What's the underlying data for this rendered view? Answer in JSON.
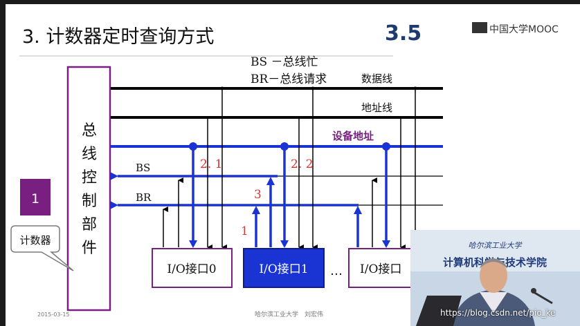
{
  "slide": {
    "title": "3. 计数器定时查询方式",
    "section_number": "3.5",
    "logo_text": "中国大学MOOC",
    "legend_bs": "BS －总线忙",
    "legend_br": "BR－总线请求",
    "bus_labels": {
      "data": "数据线",
      "address": "地址线",
      "device_address": "设备地址"
    },
    "signals": {
      "bs": "BS",
      "br": "BR"
    },
    "controller_label": "总线控制部件",
    "counter_value": "1",
    "counter_callout": "计数器",
    "steps": {
      "s1": "1",
      "s21": "2. 1",
      "s22": "2. 2",
      "s3": "3"
    },
    "devices": [
      "I/O接口0",
      "I/O接口1",
      "I/O接口"
    ],
    "ellipsis": "…",
    "footer_date": "2015-03-15",
    "footer_center": "哈尔滨工业大学　刘宏伟"
  },
  "webcam": {
    "backdrop_line1": "哈尔滨工业大学",
    "backdrop_line2": "计算机科学与技术学院"
  },
  "watermark": "https://blog.csdn.net/pio_ke",
  "colors": {
    "blue_bus": "#1a34d4",
    "purple_box": "#7a1f82",
    "device_active": "#1a34d4",
    "step_red": "#e03030",
    "label_purple": "#7a1f82"
  }
}
